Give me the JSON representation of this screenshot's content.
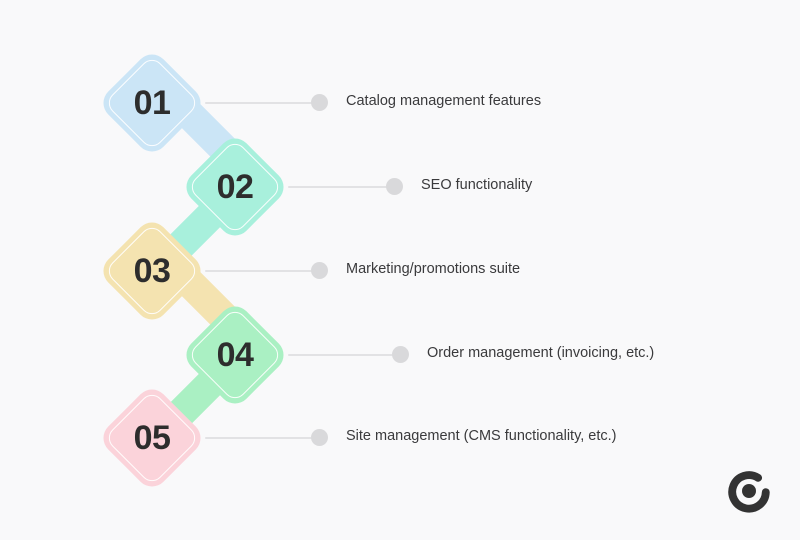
{
  "page": {
    "background_color": "#f9f9fa",
    "title": "Numbered diamond step list infographic"
  },
  "steps": [
    {
      "number": "01",
      "label": "Catalog management features",
      "fill_color": "#cbe5f6",
      "stem_color": "#cbe5f6"
    },
    {
      "number": "02",
      "label": "SEO functionality",
      "fill_color": "#a8f0dc",
      "stem_color": "#a8f0dc"
    },
    {
      "number": "03",
      "label": "Marketing/promotions suite",
      "fill_color": "#f4e3b0",
      "stem_color": "#f4e3b0"
    },
    {
      "number": "04",
      "label": "Order management (invoicing, etc.)",
      "fill_color": "#aaf0c3",
      "stem_color": "#aaf0c3"
    },
    {
      "number": "05",
      "label": "Site management (CMS functionality, etc.)",
      "fill_color": "#fbd3da",
      "stem_color": "#fbd3da"
    }
  ],
  "connectors": {
    "line_color": "#e2e2e4",
    "dot_color": "#d9d9db"
  },
  "logo": {
    "name": "brand-logo",
    "color": "#333333"
  }
}
